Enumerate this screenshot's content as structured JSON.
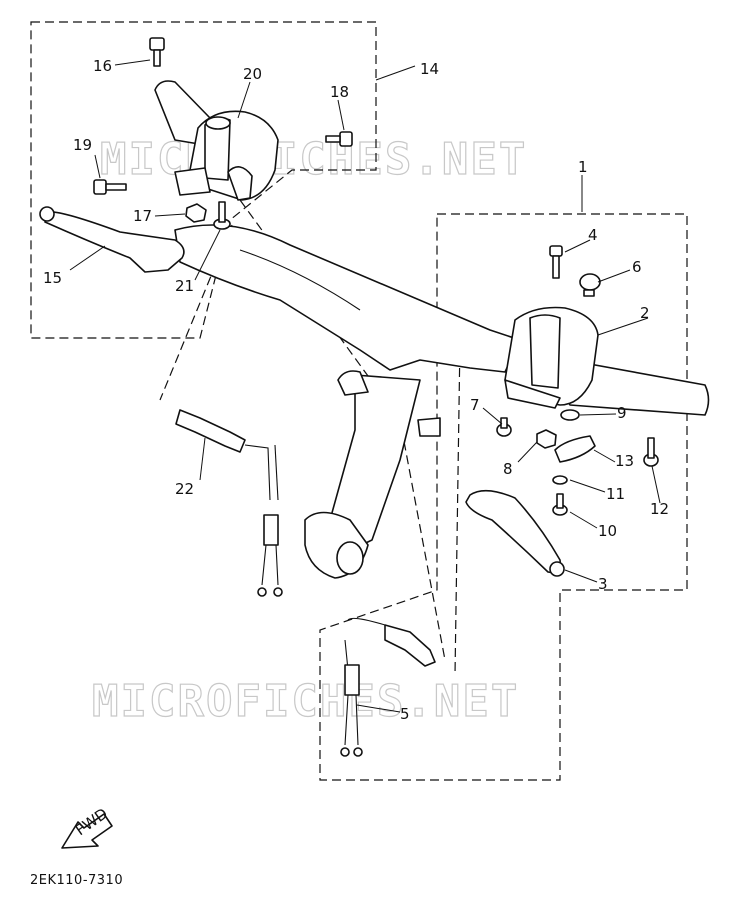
{
  "diagram": {
    "callouts": [
      "1",
      "2",
      "3",
      "4",
      "5",
      "6",
      "7",
      "8",
      "9",
      "10",
      "11",
      "12",
      "13",
      "14",
      "15",
      "16",
      "17",
      "18",
      "19",
      "20",
      "21",
      "22"
    ],
    "drawing_code": "2EK110-7310",
    "direction_badge": "FWD",
    "watermark": "MICROFICHES.NET"
  }
}
